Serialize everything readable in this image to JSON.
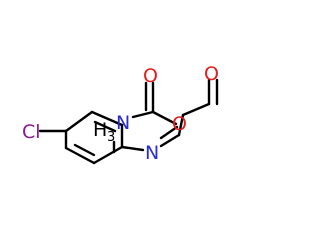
{
  "structure": {
    "atoms": {
      "cl": "Cl",
      "n_ring": "N",
      "n_methyl": "N",
      "h3": "H",
      "h3_sub": "3",
      "o_top": "O",
      "o_right": "O",
      "o_mid": "O"
    },
    "colors": {
      "bond": "#000000",
      "cl": "#8b1a8f",
      "n": "#2a2ad4",
      "o": "#dc1f1f",
      "h": "#000000"
    }
  }
}
